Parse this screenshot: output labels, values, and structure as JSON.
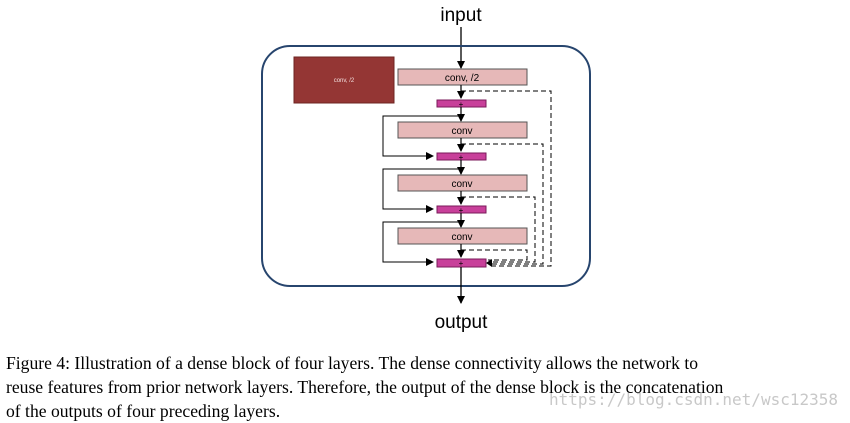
{
  "figure": {
    "input_label": "input",
    "output_label": "output",
    "first_conv_label": "conv, /2",
    "dark_block_label": "conv, /2",
    "conv_label": "conv",
    "concat_symbol": "+",
    "colors": {
      "container_border": "#27456e",
      "conv_fill": "#e6b8b8",
      "conv_border": "#555555",
      "dark_block": "#943634",
      "concat_fill": "#c8409a",
      "concat_border": "#7a1a5a",
      "arrow": "#000000"
    }
  },
  "caption": {
    "text": "Figure 4:  Illustration of a dense block of four layers. The dense connectivity allows the network to\nreuse features from prior network layers. Therefore, the output of the dense block is the concatenation\nof the outputs of four preceding layers."
  },
  "watermark": {
    "text": "https://blog.csdn.net/wsc12358"
  }
}
